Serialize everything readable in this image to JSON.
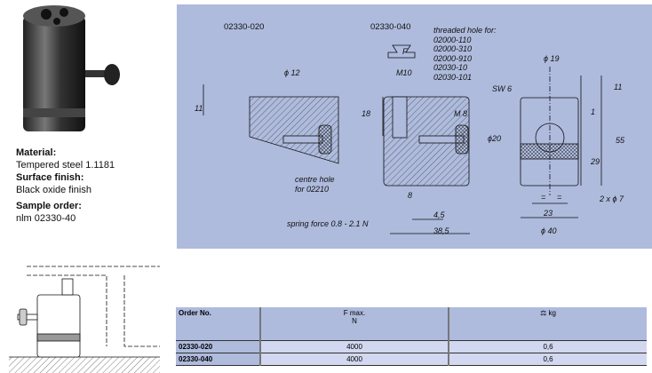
{
  "specs": {
    "material_label": "Material:",
    "material": "Tempered steel 1.1181",
    "finish_label": "Surface finish:",
    "finish": "Black oxide finish",
    "order_label": "Sample order:",
    "order": "nlm 02330-40"
  },
  "drawing": {
    "title_020": "02330-020",
    "title_040": "02330-040",
    "threaded_hole": [
      "threaded hole for:",
      "02000-110",
      "02000-310",
      "02000-910",
      "02030-10",
      "02030-101"
    ],
    "force": "F",
    "d12": "ϕ 12",
    "dim11": "11",
    "m10": "M10",
    "dim18": "18",
    "m8": "M 8",
    "d20": "ϕ20",
    "centre_hole": [
      "centre hole",
      "for 02210"
    ],
    "dim8": "8",
    "dim4_5": "4,5",
    "dim38_5": "38,5",
    "spring": "spring force 0.8 - 2.1 N",
    "d19": "ϕ 19",
    "sw6": "SW 6",
    "dim11b": "11",
    "dim1": "1",
    "dim55": "55",
    "dim29": "29",
    "eq1": "=",
    "eq2": "=",
    "holes": "2 x ϕ 7",
    "dim23": "23",
    "d40": "ϕ 40"
  },
  "table": {
    "headers": {
      "order": "Order No.",
      "fmax": "F max.",
      "fmax_unit": "N",
      "weight": "kg"
    },
    "rows": [
      {
        "order": "02330-020",
        "fmax": "4000",
        "weight": "0,6"
      },
      {
        "order": "02330-040",
        "fmax": "4000",
        "weight": "0,6"
      }
    ]
  }
}
